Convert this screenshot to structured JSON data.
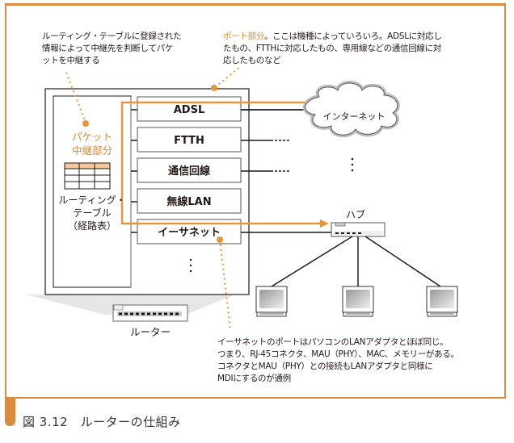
{
  "annotations": {
    "routing_note": "ルーティング・テーブルに登録された\n情報によって中継先を判断してパケ\nットを中継する",
    "port_note_accent": "ポート部分",
    "port_note_rest": "。ここは機種によっていろいろ。ADSLに対応し\nたもの、FTTHに対応したもの、専用線などの通信回線に対\n応したものなど",
    "ethernet_note": "イーサネットのポートはパソコンのLANアダプタとほぼ同じ。\nつまり、RJ-45コネクタ、MAU（PHY）、MAC、メモリーがある。\nコネクタとMAU（PHY）との接続もLANアダプタと同様に\nMDIにするのが通例"
  },
  "router": {
    "relay_label_line1": "パケット",
    "relay_label_line2": "中継部分",
    "table_label_line1": "ルーティング・",
    "table_label_line2": "テーブル",
    "table_label_line3": "（経路表）",
    "ports": [
      "ADSL",
      "FTTH",
      "通信回線",
      "無線LAN",
      "イーサネット"
    ],
    "device_label": "ルーター"
  },
  "network": {
    "internet_label": "インターネット",
    "hub_label": "ハブ",
    "pc_count": 3
  },
  "colors": {
    "accent": "#e08a2e",
    "frame": "#d98c3f",
    "table_header": "#f8c89a"
  },
  "caption": "図 3.12　ルーターの仕組み"
}
